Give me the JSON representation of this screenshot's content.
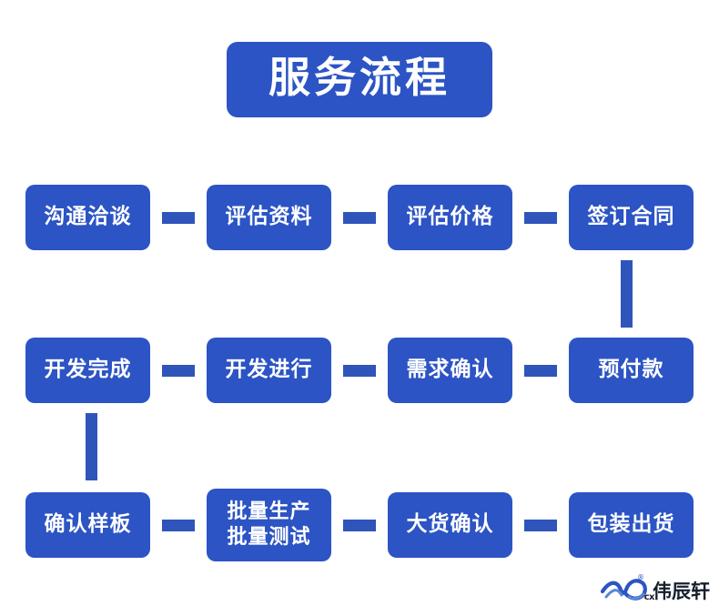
{
  "title": {
    "text": "服务流程"
  },
  "colors": {
    "node_fill": "#2c54c4",
    "connector": "#2f55bb",
    "node_text": "#ffffff",
    "background": "#ffffff",
    "logo_text": "#15202c",
    "logo_mark": "#2c54c4"
  },
  "rows": [
    {
      "nodes": [
        {
          "lines": [
            "沟通洽谈"
          ]
        },
        {
          "lines": [
            "评估资料"
          ]
        },
        {
          "lines": [
            "评估价格"
          ]
        },
        {
          "lines": [
            "签订合同"
          ]
        }
      ]
    },
    {
      "nodes": [
        {
          "lines": [
            "开发完成"
          ]
        },
        {
          "lines": [
            "开发进行"
          ]
        },
        {
          "lines": [
            "需求确认"
          ]
        },
        {
          "lines": [
            "预付款"
          ]
        }
      ]
    },
    {
      "nodes": [
        {
          "lines": [
            "确认样板"
          ]
        },
        {
          "lines": [
            "批量生产",
            "批量测试"
          ]
        },
        {
          "lines": [
            "大货确认"
          ]
        },
        {
          "lines": [
            "包装出货"
          ]
        }
      ]
    }
  ],
  "logo": {
    "brand_text": "伟辰轩",
    "mark_sub": "cx",
    "registered_mark": "®"
  }
}
